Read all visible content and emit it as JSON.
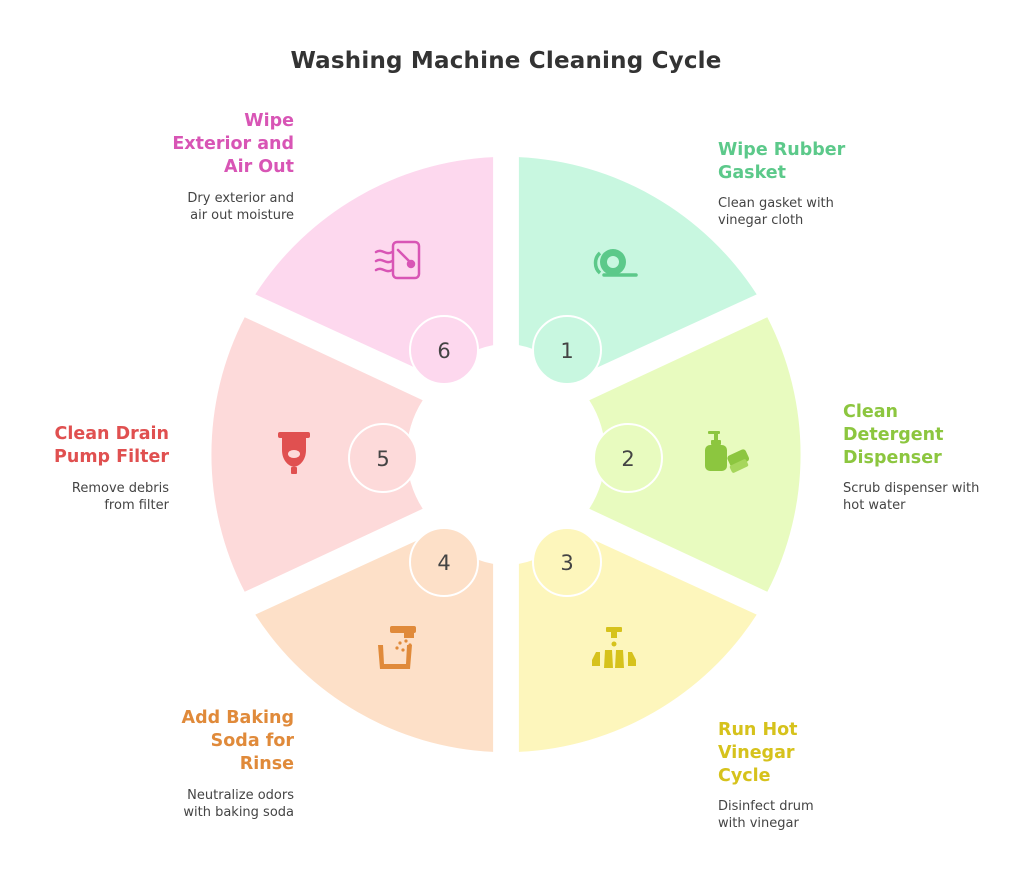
{
  "title": "Washing Machine Cleaning Cycle",
  "steps": [
    {
      "number": "1",
      "title_lines": [
        "Wipe Rubber",
        "Gasket"
      ],
      "desc_lines": [
        "Clean gasket with",
        "vinegar cloth"
      ],
      "color": "#5cc98a",
      "fill": "#c8f7e0",
      "icon": "tape-roll-icon"
    },
    {
      "number": "2",
      "title_lines": [
        "Clean",
        "Detergent",
        "Dispenser"
      ],
      "desc_lines": [
        "Scrub dispenser with",
        "hot water"
      ],
      "color": "#8cc63f",
      "fill": "#e8fbbf",
      "icon": "soap-dispenser-sponge-icon"
    },
    {
      "number": "3",
      "title_lines": [
        "Run Hot",
        "Vinegar",
        "Cycle"
      ],
      "desc_lines": [
        "Disinfect drum",
        "with vinegar"
      ],
      "color": "#d6c21c",
      "fill": "#fdf6bc",
      "icon": "dripping-bottles-icon"
    },
    {
      "number": "4",
      "title_lines": [
        "Add Baking",
        "Soda for",
        "Rinse"
      ],
      "desc_lines": [
        "Neutralize odors",
        "with baking soda"
      ],
      "color": "#e08a3a",
      "fill": "#fde0c8",
      "icon": "sprinkling-bowl-icon"
    },
    {
      "number": "5",
      "title_lines": [
        "Clean Drain",
        "Pump Filter"
      ],
      "desc_lines": [
        "Remove debris",
        "from filter"
      ],
      "color": "#e05050",
      "fill": "#fddada",
      "icon": "drain-filter-icon"
    },
    {
      "number": "6",
      "title_lines": [
        "Wipe",
        "Exterior and",
        "Air Out"
      ],
      "desc_lines": [
        "Dry exterior and",
        "air out moisture"
      ],
      "color": "#d855b5",
      "fill": "#fdd8ee",
      "icon": "air-drying-icon"
    }
  ]
}
